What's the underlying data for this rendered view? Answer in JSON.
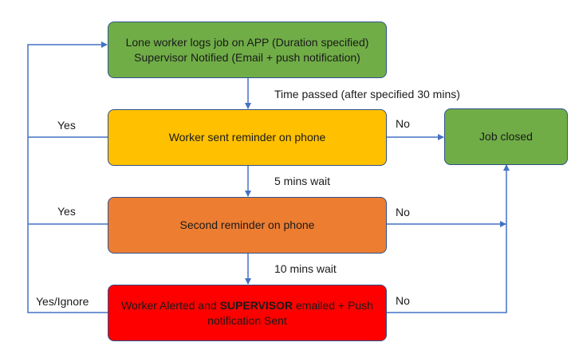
{
  "boxes": {
    "start": {
      "line1": "Lone worker logs job on APP (Duration specified)",
      "line2": "Supervisor Notified (Email + push notification)"
    },
    "reminder1": {
      "text": "Worker sent reminder on phone"
    },
    "reminder2": {
      "text": "Second reminder on phone"
    },
    "alert": {
      "part1": "Worker Alerted and ",
      "bold": "SUPERVISOR",
      "part2": " emailed + Push",
      "line2": "notification Sent"
    },
    "job_closed": {
      "text": "Job closed"
    }
  },
  "labels": {
    "time_passed": "Time passed (after specified 30 mins)",
    "wait5": "5 mins wait",
    "wait10": "10 mins wait",
    "yes1": "Yes",
    "yes2": "Yes",
    "yes_ignore": "Yes/Ignore",
    "no1": "No",
    "no2": "No",
    "no3": "No"
  },
  "colors": {
    "green": "#70ad47",
    "yellow": "#ffc000",
    "orange": "#ed7d31",
    "red": "#ff0000",
    "arrow": "#4472c4"
  }
}
